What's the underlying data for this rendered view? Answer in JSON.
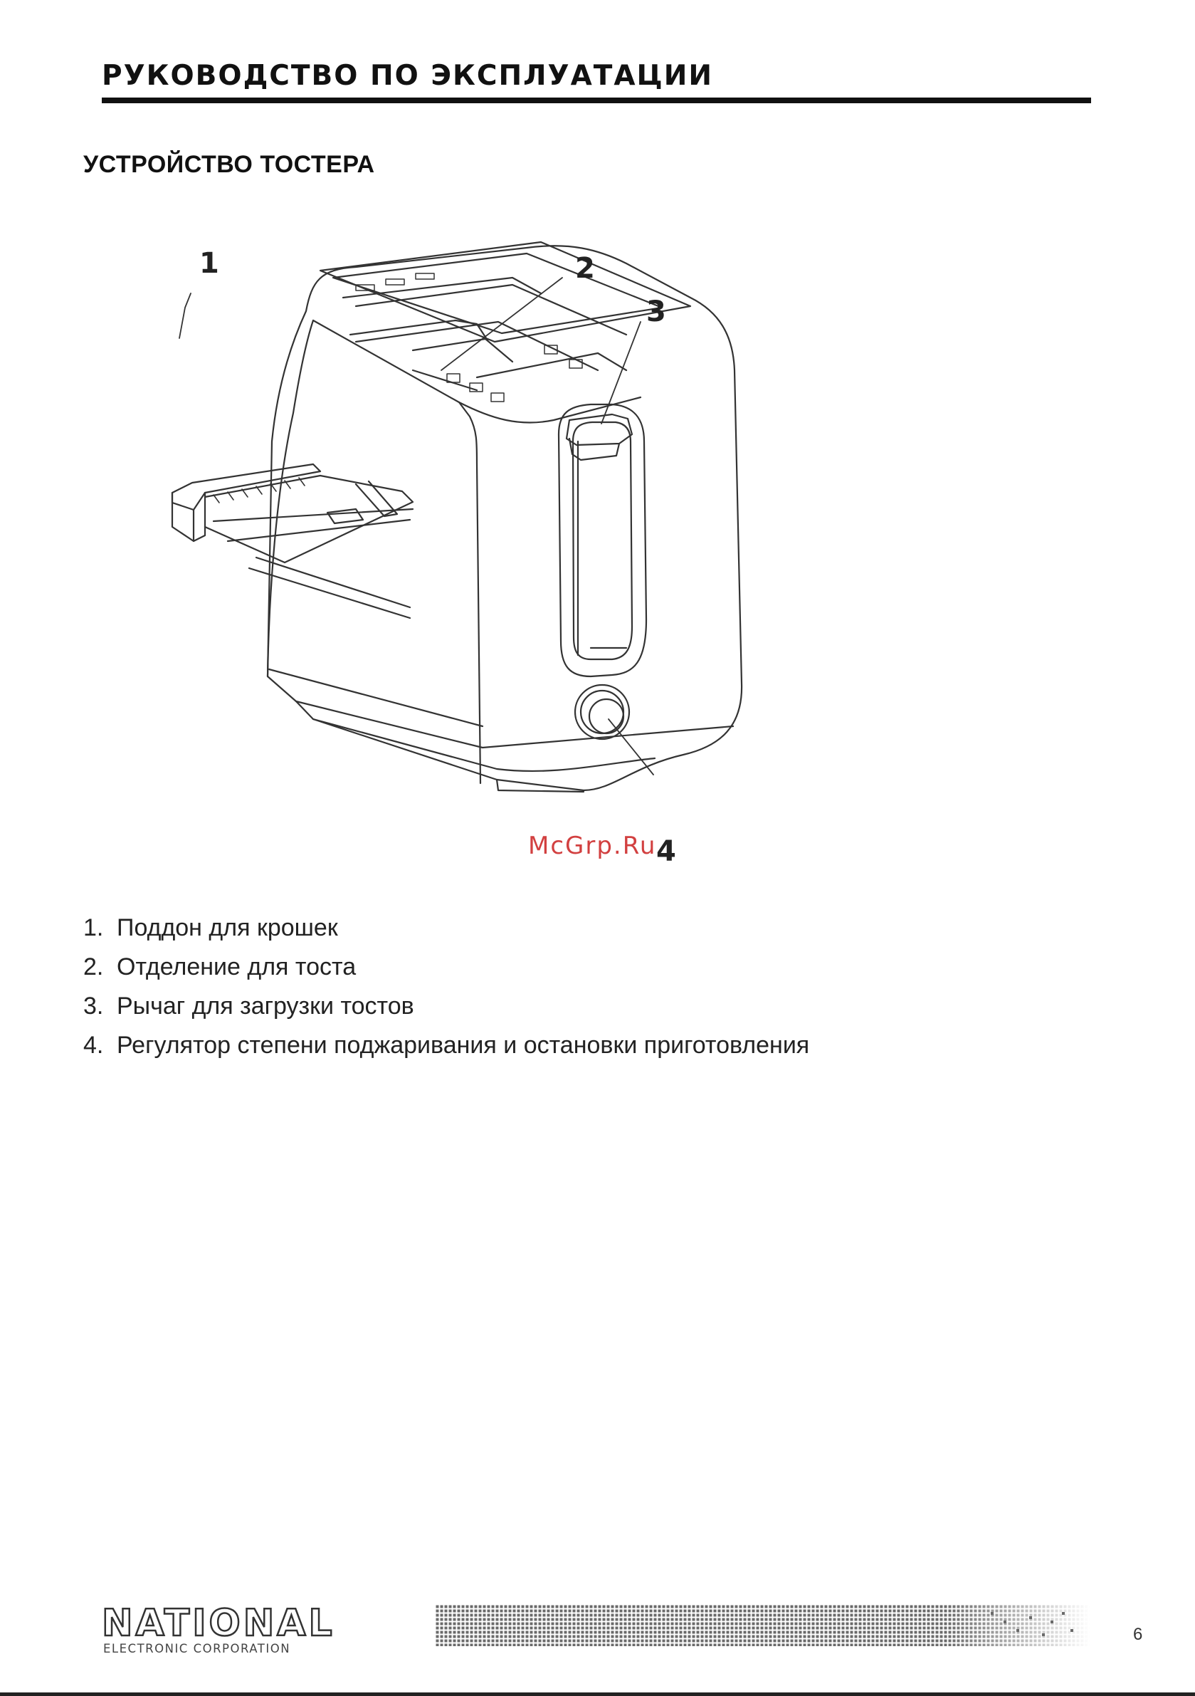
{
  "header": {
    "title": "РУКОВОДСТВО ПО ЭКСПЛУАТАЦИИ"
  },
  "section": {
    "title": "УСТРОЙСТВО ТОСТЕРА"
  },
  "figure": {
    "callouts": [
      "1",
      "2",
      "3",
      "4"
    ]
  },
  "watermark": "McGrp.Ru",
  "parts": [
    {
      "num": "1.",
      "label": "Поддон для крошек"
    },
    {
      "num": "2.",
      "label": "Отделение для тоста"
    },
    {
      "num": "3.",
      "label": "Рычаг для загрузки тостов"
    },
    {
      "num": "4.",
      "label": "Регулятор степени поджаривания и остановки приготовления"
    }
  ],
  "footer": {
    "brand": "NATIONAL",
    "brand_sub": "ELECTRONIC CORPORATION",
    "page_number": "6"
  }
}
